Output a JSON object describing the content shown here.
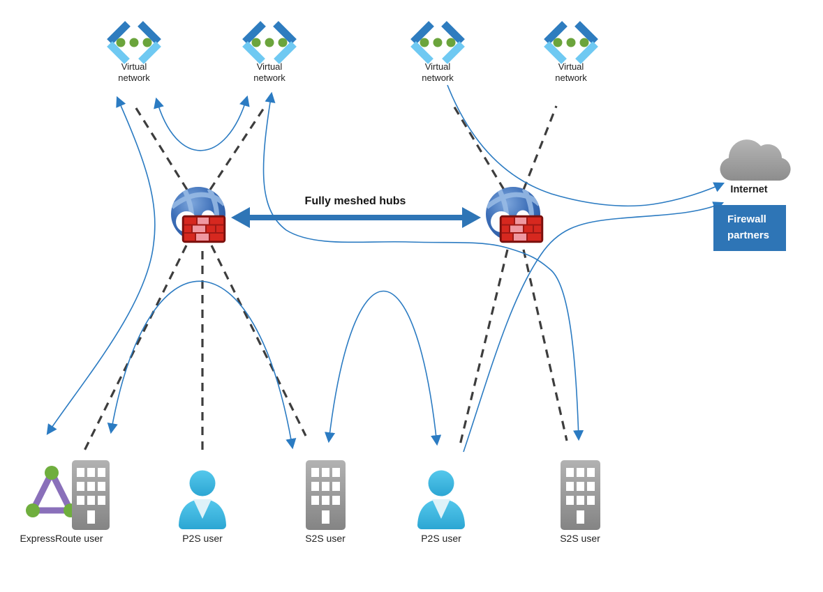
{
  "diagram": {
    "virtual_networks": [
      {
        "label": "Virtual network"
      },
      {
        "label": "Virtual network"
      },
      {
        "label": "Virtual network"
      },
      {
        "label": "Virtual network"
      }
    ],
    "hub_link_label": "Fully meshed hubs",
    "internet": {
      "label": "Internet"
    },
    "firewall_partners": {
      "line1": "Firewall",
      "line2": "partners"
    },
    "users": [
      {
        "label": "ExpressRoute user",
        "type": "expressroute"
      },
      {
        "label": "P2S user",
        "type": "p2s"
      },
      {
        "label": "S2S user",
        "type": "s2s"
      },
      {
        "label": "P2S user",
        "type": "p2s"
      },
      {
        "label": "S2S user",
        "type": "s2s"
      }
    ],
    "connections": [
      {
        "style": "dashed",
        "from": "hub-left",
        "to": "virtual-network-1"
      },
      {
        "style": "dashed",
        "from": "hub-left",
        "to": "virtual-network-2"
      },
      {
        "style": "dashed",
        "from": "hub-left",
        "to": "expressroute-user"
      },
      {
        "style": "dashed",
        "from": "hub-left",
        "to": "p2s-user-1"
      },
      {
        "style": "dashed",
        "from": "hub-left",
        "to": "s2s-user-1"
      },
      {
        "style": "dashed",
        "from": "hub-right",
        "to": "virtual-network-3"
      },
      {
        "style": "dashed",
        "from": "hub-right",
        "to": "virtual-network-4"
      },
      {
        "style": "dashed",
        "from": "hub-right",
        "to": "p2s-user-2"
      },
      {
        "style": "dashed",
        "from": "hub-right",
        "to": "s2s-user-2"
      },
      {
        "style": "curved-arrow",
        "from": "expressroute-user",
        "to": "virtual-network-1"
      },
      {
        "style": "curved-arrow",
        "from": "virtual-network-1",
        "to": "virtual-network-2"
      },
      {
        "style": "curved-arrow",
        "from": "expressroute-user",
        "to": "s2s-user-1"
      },
      {
        "style": "curved-arrow",
        "from": "virtual-network-2",
        "to": "s2s-user-2"
      },
      {
        "style": "curved-arrow",
        "from": "s2s-user-1",
        "to": "p2s-user-2"
      },
      {
        "style": "curved-arrow",
        "from": "virtual-network-3",
        "to": "internet"
      },
      {
        "style": "curved-arrow",
        "from": "p2s-user-2",
        "to": "internet"
      },
      {
        "style": "thick-double-arrow",
        "from": "hub-left",
        "to": "hub-right",
        "label": "Fully meshed hubs"
      }
    ],
    "colors": {
      "curve_blue": "#2b7bc2",
      "arrow_blue": "#2e75b6",
      "dash_gray": "#3d3d3d",
      "firewall_partner_box": "#2e75b6",
      "vnet_dark_blue": "#2e7cbf",
      "vnet_light_blue": "#6fc9f2",
      "vnet_dot_green": "#6ba43c",
      "hub_globe_blue": "#3568b1",
      "firewall_red": "#d6281f",
      "firewall_brick_light": "#ef97a0",
      "building_gray": "#9a9a9a",
      "person_blue": "#3fbce4",
      "expressroute_purple": "#8a70ba",
      "expressroute_green": "#6fae3e",
      "cloud_gray": "#9e9e9e",
      "label_text": "#1f1f1f"
    }
  }
}
